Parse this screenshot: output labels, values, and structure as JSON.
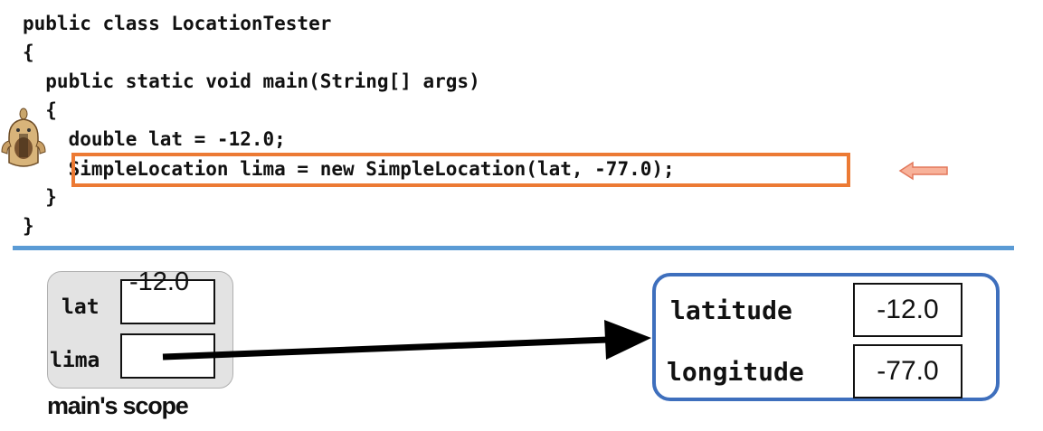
{
  "code": {
    "lines": [
      "public class LocationTester",
      "{",
      "  public static void main(String[] args)",
      "  {",
      "    double lat = -12.0;",
      "    SimpleLocation lima = new SimpleLocation(lat, -77.0);",
      "  }",
      "}"
    ],
    "highlight_line_index": 5
  },
  "scope": {
    "caption": "main's scope",
    "variables": [
      {
        "name": "lat",
        "value": "-12.0"
      },
      {
        "name": "lima",
        "value": ""
      }
    ]
  },
  "object": {
    "fields": [
      {
        "name": "latitude",
        "value": "-12.0"
      },
      {
        "name": "longitude",
        "value": "-77.0"
      }
    ]
  },
  "colors": {
    "highlight": "#ec7a34",
    "divider": "#5b9bd5",
    "object_border": "#3e6fbd",
    "pointer_arrow": "#f8b29a"
  },
  "icons": [
    "mascot-figure-icon",
    "pointer-left-arrow-icon"
  ]
}
